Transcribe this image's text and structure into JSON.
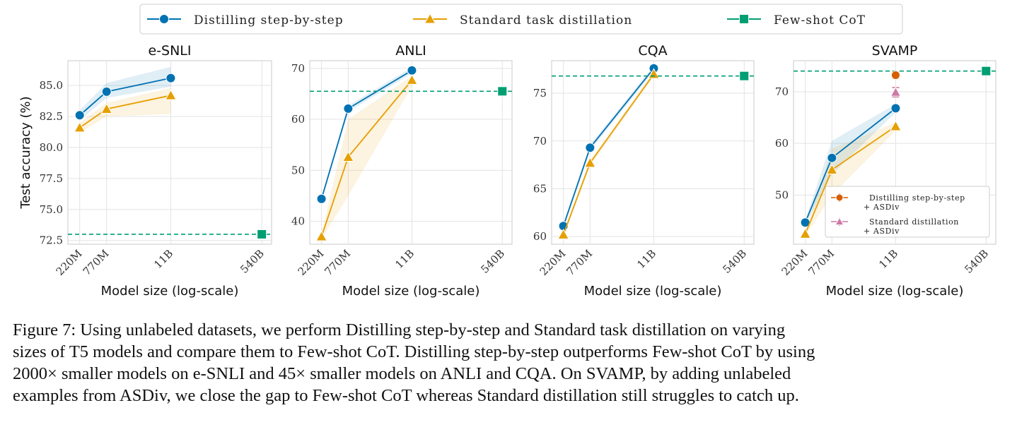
{
  "legend": [
    {
      "label": "Distilling step-by-step",
      "color": "#0072B2",
      "marker": "circle"
    },
    {
      "label": "Standard task distillation",
      "color": "#E69F00",
      "marker": "triangle"
    },
    {
      "label": "Few-shot CoT",
      "color": "#009E73",
      "marker": "square"
    }
  ],
  "chart_data": [
    {
      "type": "line",
      "title": "e-SNLI",
      "xlabel": "Model size (log-scale)",
      "ylabel": "Test accuracy (%)",
      "x_scale": "log",
      "categories": [
        "220M",
        "770M",
        "11B",
        "540B"
      ],
      "ylim": [
        72.2,
        87.0
      ],
      "yticks": [
        "72.5",
        "75.0",
        "77.5",
        "80.0",
        "82.5",
        "85.0"
      ],
      "series": [
        {
          "name": "Distilling step-by-step",
          "x": [
            "220M",
            "770M",
            "11B"
          ],
          "values": [
            82.6,
            84.5,
            85.6
          ],
          "band_low": [
            82.2,
            84.0,
            84.9
          ],
          "band_high": [
            83.0,
            85.2,
            86.5
          ]
        },
        {
          "name": "Standard task distillation",
          "x": [
            "220M",
            "770M",
            "11B"
          ],
          "values": [
            81.6,
            83.1,
            84.2
          ],
          "band_low": [
            81.2,
            82.5,
            82.7
          ],
          "band_high": [
            82.0,
            83.6,
            84.8
          ]
        },
        {
          "name": "Few-shot CoT",
          "x": [
            "540B"
          ],
          "values": [
            73.0
          ],
          "reference_line": true
        }
      ]
    },
    {
      "type": "line",
      "title": "ANLI",
      "xlabel": "Model size (log-scale)",
      "ylabel": "",
      "x_scale": "log",
      "categories": [
        "220M",
        "770M",
        "11B",
        "540B"
      ],
      "ylim": [
        35.5,
        71.5
      ],
      "yticks": [
        "40",
        "50",
        "60",
        "70"
      ],
      "series": [
        {
          "name": "Distilling step-by-step",
          "x": [
            "220M",
            "770M",
            "11B"
          ],
          "values": [
            44.4,
            62.1,
            69.6
          ],
          "band_low": [
            44.0,
            61.5,
            69.0
          ],
          "band_high": [
            44.8,
            62.7,
            70.2
          ]
        },
        {
          "name": "Standard task distillation",
          "x": [
            "220M",
            "770M",
            "11B"
          ],
          "values": [
            37.0,
            52.6,
            67.7
          ],
          "band_low": [
            36.5,
            45.0,
            66.5
          ],
          "band_high": [
            37.5,
            60.0,
            68.5
          ]
        },
        {
          "name": "Few-shot CoT",
          "x": [
            "540B"
          ],
          "values": [
            65.5
          ],
          "reference_line": true
        }
      ]
    },
    {
      "type": "line",
      "title": "CQA",
      "xlabel": "Model size (log-scale)",
      "ylabel": "",
      "x_scale": "log",
      "categories": [
        "220M",
        "770M",
        "11B",
        "540B"
      ],
      "ylim": [
        59.2,
        78.4
      ],
      "yticks": [
        "60",
        "65",
        "70",
        "75"
      ],
      "series": [
        {
          "name": "Distilling step-by-step",
          "x": [
            "220M",
            "770M",
            "11B"
          ],
          "values": [
            61.1,
            69.3,
            77.6
          ],
          "band_low": [
            60.8,
            69.0,
            77.3
          ],
          "band_high": [
            61.4,
            69.6,
            77.9
          ]
        },
        {
          "name": "Standard task distillation",
          "x": [
            "220M",
            "770M",
            "11B"
          ],
          "values": [
            60.2,
            67.7,
            77.0
          ],
          "band_low": [
            59.9,
            67.4,
            76.7
          ],
          "band_high": [
            60.5,
            68.0,
            77.3
          ]
        },
        {
          "name": "Few-shot CoT",
          "x": [
            "540B"
          ],
          "values": [
            76.8
          ],
          "reference_line": true
        }
      ]
    },
    {
      "type": "line",
      "title": "SVAMP",
      "xlabel": "Model size (log-scale)",
      "ylabel": "",
      "x_scale": "log",
      "categories": [
        "220M",
        "770M",
        "11B",
        "540B"
      ],
      "ylim": [
        40.5,
        76.0
      ],
      "yticks": [
        "50",
        "60",
        "70"
      ],
      "series": [
        {
          "name": "Distilling step-by-step",
          "x": [
            "220M",
            "770M",
            "11B"
          ],
          "values": [
            44.7,
            57.2,
            66.8
          ],
          "band_low": [
            44.2,
            54.0,
            66.0
          ],
          "band_high": [
            45.2,
            60.5,
            67.6
          ]
        },
        {
          "name": "Standard task distillation",
          "x": [
            "220M",
            "770M",
            "11B"
          ],
          "values": [
            42.5,
            54.9,
            63.3
          ],
          "band_low": [
            42.0,
            50.0,
            62.5
          ],
          "band_high": [
            43.0,
            59.0,
            64.0
          ]
        },
        {
          "name": "Few-shot CoT",
          "x": [
            "540B"
          ],
          "values": [
            74.0
          ],
          "reference_line": true
        },
        {
          "name": "Distilling step-by-step + ASDiv",
          "x": [
            "11B"
          ],
          "values": [
            73.2
          ],
          "err": 0.6,
          "color": "#D55E00",
          "marker": "circle"
        },
        {
          "name": "Standard distillation + ASDiv",
          "x": [
            "11B"
          ],
          "values": [
            69.9
          ],
          "err": 0.9,
          "color": "#CC79A7",
          "marker": "triangle"
        }
      ],
      "inset_legend": [
        {
          "lines": [
            "Distilling step-by-step",
            "+ ASDiv"
          ],
          "color": "#D55E00",
          "marker": "circle"
        },
        {
          "lines": [
            "Standard distillation",
            "+ ASDiv"
          ],
          "color": "#CC79A7",
          "marker": "triangle"
        }
      ]
    }
  ],
  "caption": {
    "lines": [
      "Figure 7: Using unlabeled datasets, we perform Distilling step-by-step and Standard task distillation on varying",
      "sizes of T5 models and compare them to Few-shot CoT. Distilling step-by-step outperforms Few-shot CoT by using",
      "2000× smaller models on e-SNLI and 45× smaller models on ANLI and CQA. On SVAMP, by adding unlabeled",
      "examples from ASDiv, we close the gap to Few-shot CoT whereas Standard distillation still struggles to catch up."
    ]
  }
}
